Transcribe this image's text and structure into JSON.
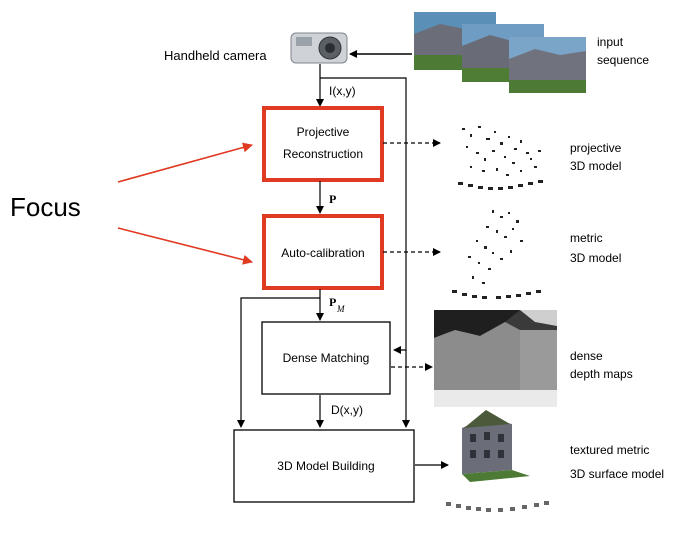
{
  "focus_label": "Focus",
  "camera_label": "Handheld camera",
  "input_label": [
    "input",
    "sequence"
  ],
  "signal_ixy": "I(x,y)",
  "signal_p": "P",
  "signal_pm": "P",
  "signal_pm_sub": "M",
  "signal_dxy": "D(x,y)",
  "boxes": {
    "projective": [
      "Projective",
      "Reconstruction"
    ],
    "autocal": "Auto-calibration",
    "dense": "Dense Matching",
    "model": "3D Model Building"
  },
  "outputs": {
    "projective": [
      "projective",
      "3D model"
    ],
    "metric": [
      "metric",
      "3D model"
    ],
    "dense": [
      "dense",
      "depth maps"
    ],
    "textured": [
      "textured metric",
      "3D surface model"
    ]
  },
  "colors": {
    "focus": "#e03a22",
    "line": "#000000",
    "building": "#6b6e78",
    "roof": "#4a5a3a",
    "sky": "#5a8fb8",
    "grass": "#4d7a34"
  }
}
